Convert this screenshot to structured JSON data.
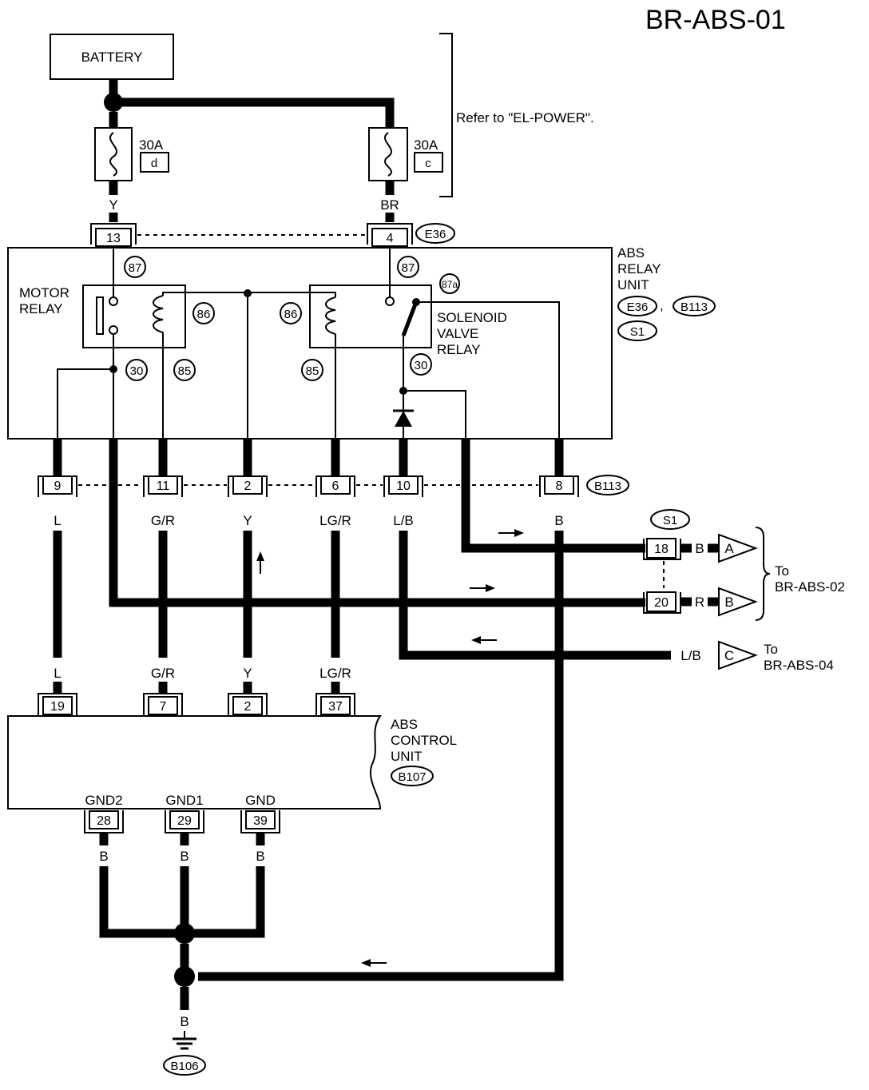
{
  "diagram_id": "BR-ABS-01",
  "battery": "BATTERY",
  "refer_note": "Refer to \"EL-POWER\".",
  "fuses": [
    {
      "rating": "30A",
      "id": "d",
      "wire": "Y",
      "connector_pin": "13"
    },
    {
      "rating": "30A",
      "id": "c",
      "wire": "BR",
      "connector_pin": "4"
    }
  ],
  "e36_tag": "E36",
  "relay_unit": {
    "label_lines": [
      "ABS",
      "RELAY",
      "UNIT"
    ],
    "connectors": [
      "E36",
      "B113",
      "S1"
    ],
    "motor_relay_lines": [
      "MOTOR",
      "RELAY"
    ],
    "solenoid_relay_lines": [
      "SOLENOID",
      "VALVE",
      "RELAY"
    ],
    "terminals": [
      "87",
      "86",
      "30",
      "85",
      "87",
      "87a",
      "86",
      "85",
      "30"
    ]
  },
  "b113_tag": "B113",
  "relay_pins": [
    {
      "pin": "9",
      "wire": "L"
    },
    {
      "pin": "11",
      "wire": "G/R"
    },
    {
      "pin": "2",
      "wire": "Y"
    },
    {
      "pin": "6",
      "wire": "LG/R"
    },
    {
      "pin": "10",
      "wire": "L/B"
    },
    {
      "pin": "8",
      "wire": "B"
    }
  ],
  "s1_tag": "S1",
  "s1_pins": [
    {
      "pin": "18",
      "wire": "B",
      "arrow": "A"
    },
    {
      "pin": "20",
      "wire": "R",
      "arrow": "B"
    }
  ],
  "to_abs02": [
    "To",
    "BR-ABS-02"
  ],
  "lb_out": {
    "wire": "L/B",
    "arrow": "C"
  },
  "to_abs04": [
    "To",
    "BR-ABS-04"
  ],
  "control_unit": {
    "label_lines": [
      "ABS",
      "CONTROL",
      "UNIT"
    ],
    "connector": "B107",
    "top_pins": [
      {
        "pin": "19",
        "wire": "L"
      },
      {
        "pin": "7",
        "wire": "G/R"
      },
      {
        "pin": "2",
        "wire": "Y"
      },
      {
        "pin": "37",
        "wire": "LG/R"
      }
    ],
    "gnd_pins": [
      {
        "label": "GND2",
        "pin": "28",
        "wire": "B"
      },
      {
        "label": "GND1",
        "pin": "29",
        "wire": "B"
      },
      {
        "label": "GND",
        "pin": "39",
        "wire": "B"
      }
    ]
  },
  "ground": {
    "wire": "B",
    "connector": "B106"
  }
}
